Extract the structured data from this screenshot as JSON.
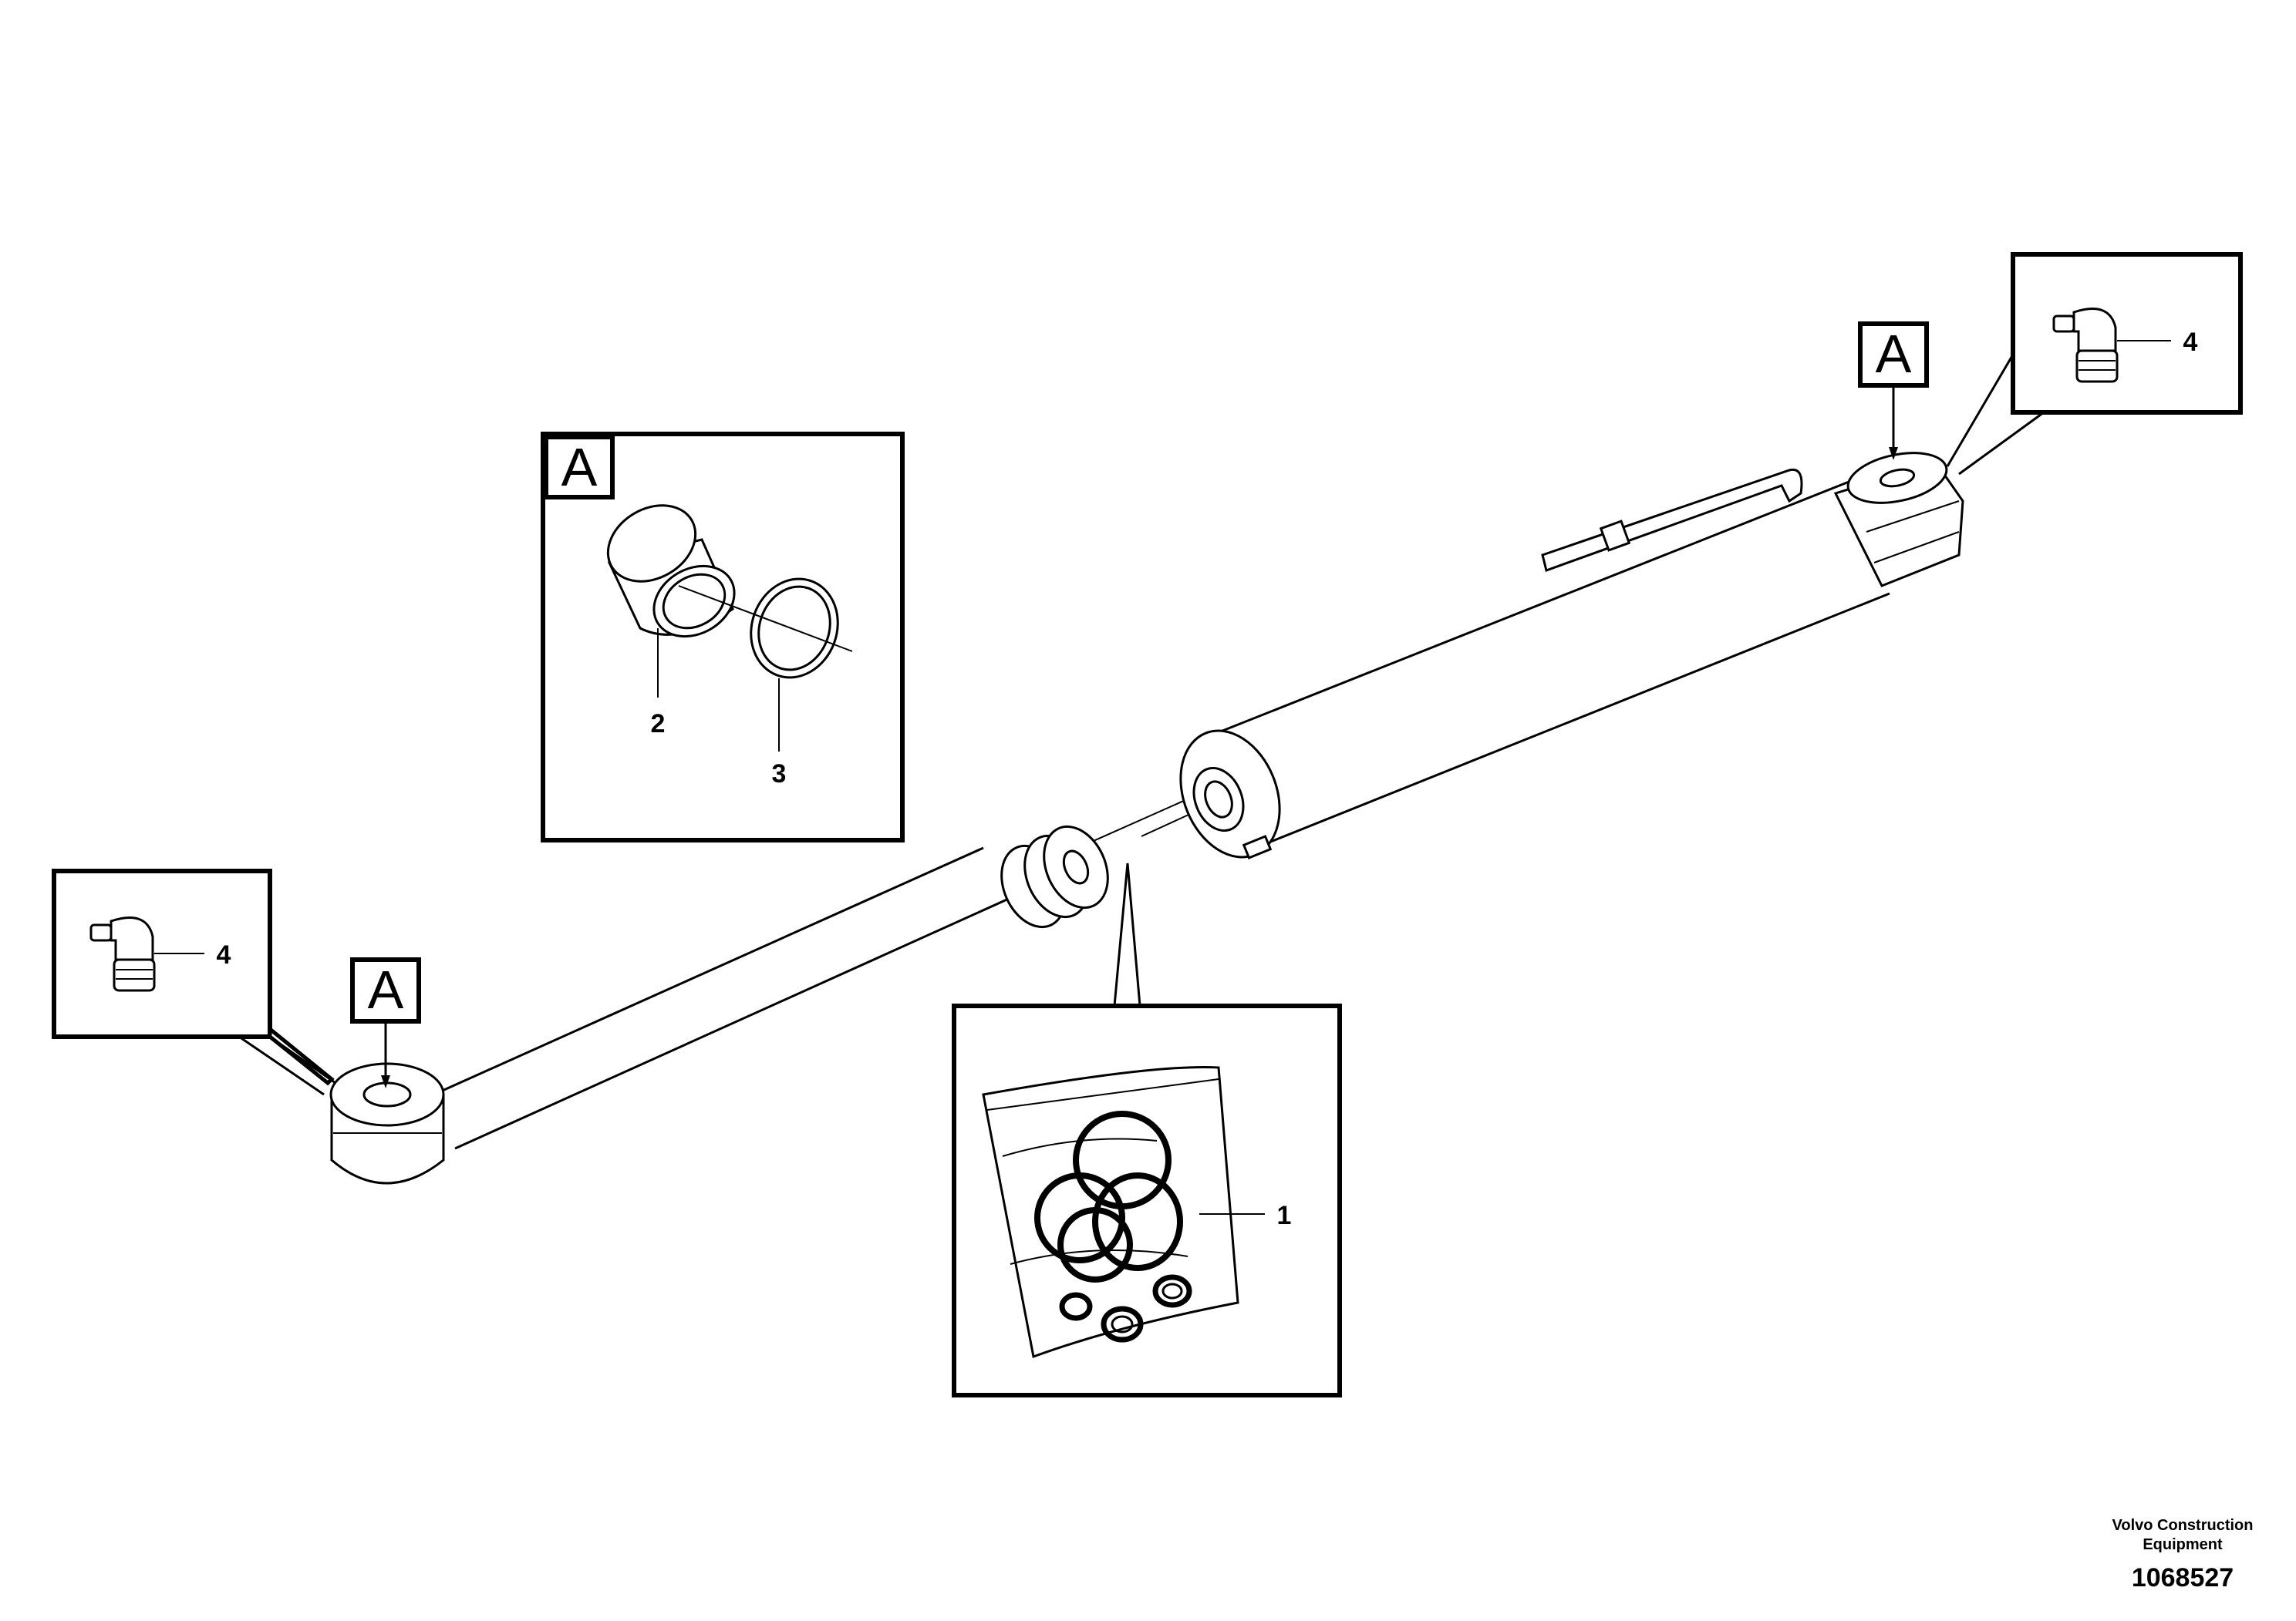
{
  "callouts": {
    "seal_kit": "1",
    "bushing": "2",
    "ring": "3",
    "grease_nipple_left": "4",
    "grease_nipple_right": "4"
  },
  "detail_tags": {
    "detail_box": "A",
    "rod_eye": "A",
    "cylinder_eye": "A"
  },
  "footer": {
    "company_line1": "Volvo Construction",
    "company_line2": "Equipment",
    "figure_number": "1068527"
  }
}
